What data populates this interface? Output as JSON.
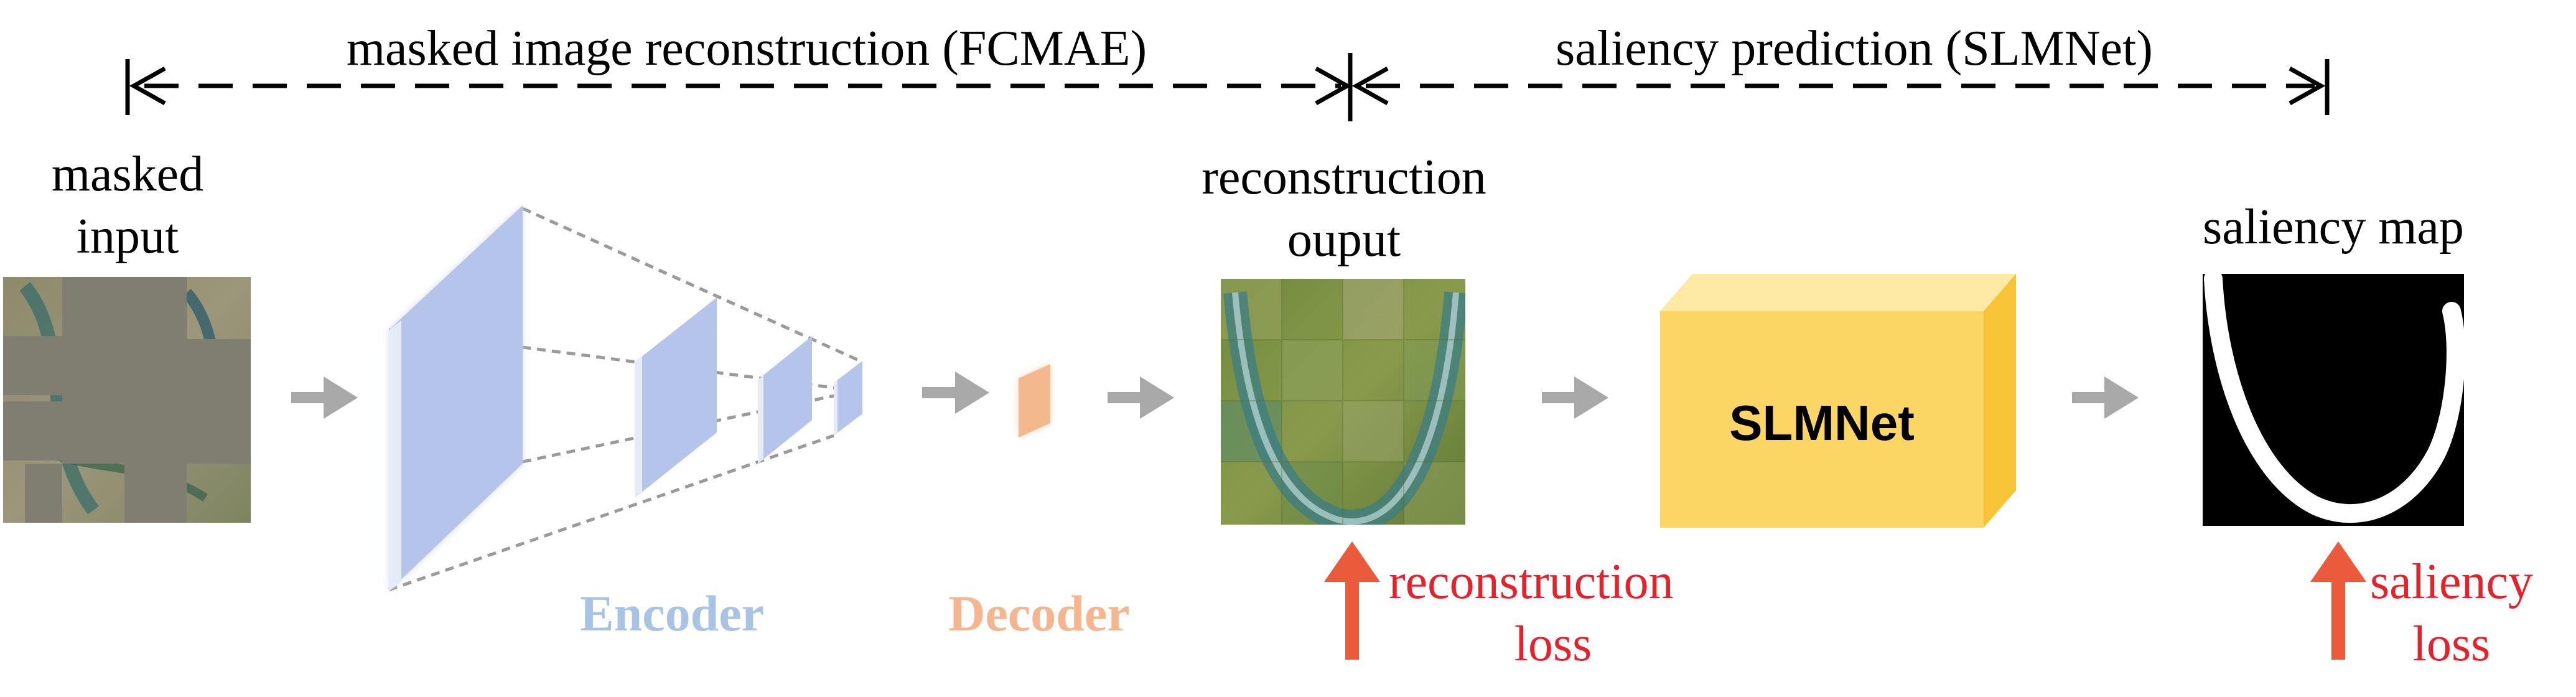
{
  "labels": {
    "top_left": "masked image reconstruction (FCMAE)",
    "top_right": "saliency prediction (SLMNet)",
    "masked_input": [
      "masked",
      "input"
    ],
    "reconstruction_output": [
      "reconstruction",
      "ouput"
    ],
    "saliency_map": "saliency map",
    "encoder": "Encoder",
    "decoder": "Decoder",
    "slmnet": "SLMNet",
    "reconstruction_loss": [
      "reconstruction",
      "loss"
    ],
    "saliency_loss": [
      "saliency",
      "loss"
    ]
  },
  "colors": {
    "encoder_plane": "#b7c6ec",
    "decoder_plane": "#f6c29f",
    "slmnet_front": "#fbd664",
    "slmnet_top": "#fde9a3",
    "slmnet_side": "#f7c437",
    "flow_arrow": "#a8a8a8",
    "loss_arrow": "#ec5a3c",
    "loss_text": "#e8202a",
    "mask_gray": "#7f7e71",
    "saliency_background": "#000000",
    "saliency_curve": "#ffffff"
  }
}
